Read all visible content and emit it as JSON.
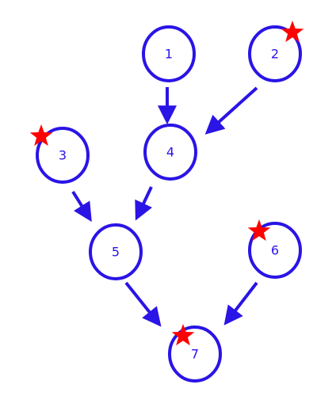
{
  "colors": {
    "node_stroke": "#2a14e6",
    "label": "#2a14e6",
    "arrow": "#2a14e6",
    "star": "#ff0000"
  },
  "nodes": [
    {
      "id": "1",
      "label": "1",
      "starred": false
    },
    {
      "id": "2",
      "label": "2",
      "starred": true
    },
    {
      "id": "3",
      "label": "3",
      "starred": true
    },
    {
      "id": "4",
      "label": "4",
      "starred": false
    },
    {
      "id": "5",
      "label": "5",
      "starred": false
    },
    {
      "id": "6",
      "label": "6",
      "starred": true
    },
    {
      "id": "7",
      "label": "7",
      "starred": true
    }
  ],
  "edges": [
    {
      "from": "1",
      "to": "4"
    },
    {
      "from": "2",
      "to": "4"
    },
    {
      "from": "4",
      "to": "5"
    },
    {
      "from": "3",
      "to": "5"
    },
    {
      "from": "5",
      "to": "7"
    },
    {
      "from": "6",
      "to": "7"
    }
  ]
}
